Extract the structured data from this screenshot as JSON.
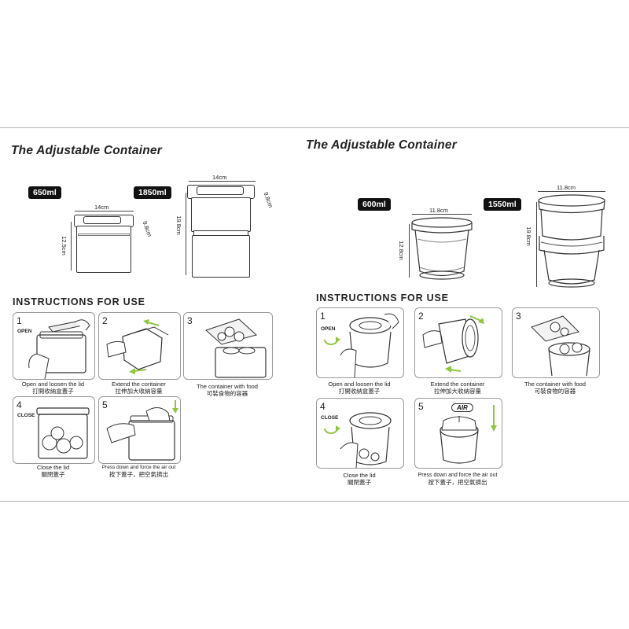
{
  "left": {
    "title": "The Adjustable Container",
    "badge_small": "650ml",
    "badge_large": "1850ml",
    "small_width": "14cm",
    "small_height": "12.5cm",
    "small_depth": "9.8cm",
    "large_width": "14cm",
    "large_height": "19.8cm",
    "large_depth": "9.8cm",
    "section": "INSTRUCTIONS FOR USE",
    "steps": [
      {
        "num": "1",
        "tag": "OPEN",
        "cap_en": "Open and loosen the lid",
        "cap_zh": "打開收納盒蓋子"
      },
      {
        "num": "2",
        "tag": "",
        "cap_en": "Extend the coritainer",
        "cap_zh": "拉伸加大收納容量"
      },
      {
        "num": "3",
        "tag": "",
        "cap_en": "The container with food",
        "cap_zh": "可裝食物的容器"
      },
      {
        "num": "4",
        "tag": "CLOSE",
        "cap_en": "Close the lid",
        "cap_zh": "關閉蓋子"
      },
      {
        "num": "5",
        "tag": "",
        "cap_en": "Press down and force the air out",
        "cap_zh": "按下蓋子，把空氣擠出"
      }
    ]
  },
  "right": {
    "title": "The Adjustable Container",
    "badge_small": "600ml",
    "badge_large": "1550ml",
    "small_width": "11.8cm",
    "small_height": "12.8cm",
    "large_width": "11.8cm",
    "large_height": "19.8cm",
    "section": "INSTRUCTIONS FOR USE",
    "steps": [
      {
        "num": "1",
        "tag": "OPEN",
        "cap_en": "Open and loosen the lid",
        "cap_zh": "打開收納盒蓋子"
      },
      {
        "num": "2",
        "tag": "",
        "cap_en": "Extend the container",
        "cap_zh": "拉伸加大收納容量"
      },
      {
        "num": "3",
        "tag": "",
        "cap_en": "The container with food",
        "cap_zh": "可裝食物的容器"
      },
      {
        "num": "4",
        "tag": "CLOSE",
        "cap_en": "Close the lid",
        "cap_zh": "關閉蓋子"
      },
      {
        "num": "5",
        "tag": "",
        "cap_en": "Press down and force the air out",
        "cap_zh": "按下蓋子，把空氣擠出",
        "air": "AIR"
      }
    ]
  }
}
